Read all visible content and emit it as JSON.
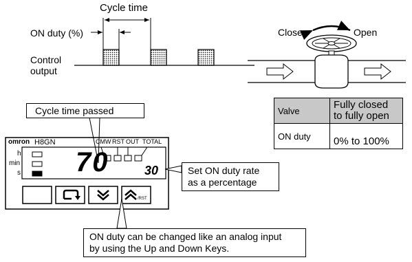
{
  "timing_diagram": {
    "cycle_time_label": "Cycle time",
    "on_duty_label": "ON duty (%)",
    "control_output_line1": "Control",
    "control_output_line2": "output"
  },
  "valve_diagram": {
    "close_label": "Close",
    "open_label": "Open"
  },
  "valve_table": {
    "header_left": "Valve",
    "header_right": "Fully closed to fully open",
    "row_left": "ON duty",
    "row_right": "0% to 100%"
  },
  "device": {
    "brand": "omron",
    "model": "H8GN",
    "unit_labels": [
      "h",
      "min",
      "s"
    ],
    "indicator_labels": [
      "CMW",
      "RST",
      "OUT",
      "TOTAL"
    ],
    "main_display": "70",
    "sub_display": "30",
    "key_symbols": [
      "",
      "↻",
      "⌄",
      "⌃"
    ],
    "key_subscript": "/RST"
  },
  "callouts": {
    "cycle_time_passed": "Cycle time passed",
    "set_on_duty_line1": "Set ON duty rate",
    "set_on_duty_line2": "as a percentage",
    "analog_input_line1": "ON duty can be changed like an analog input",
    "analog_input_line2": "by using the Up and Down Keys."
  }
}
